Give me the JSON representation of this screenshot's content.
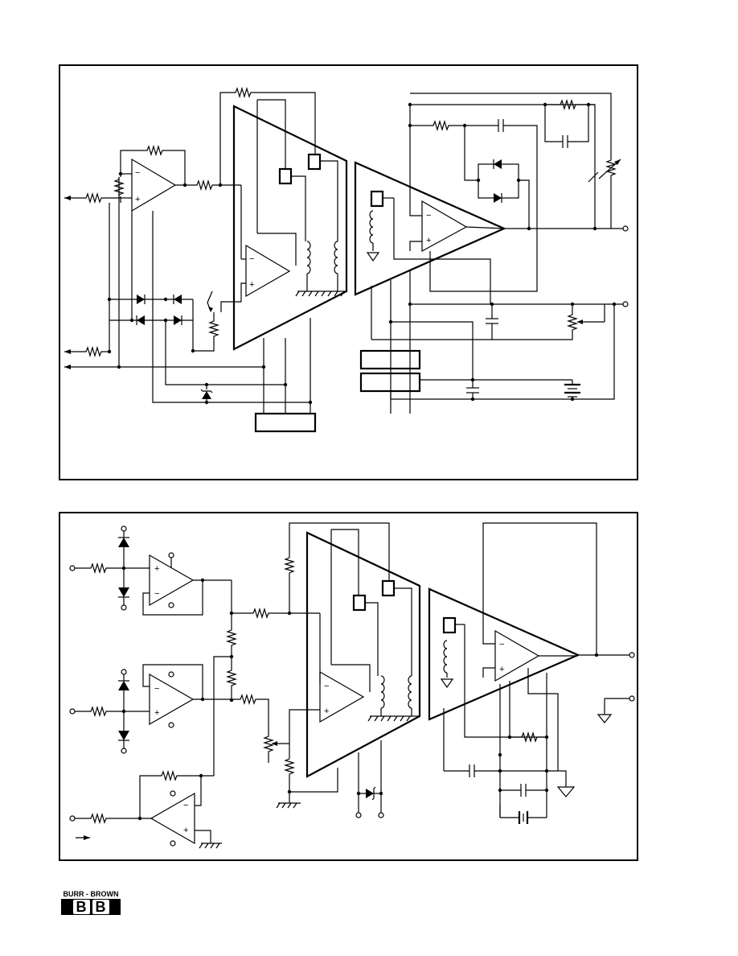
{
  "diagrams": [
    {
      "id": "figure-1",
      "title": ""
    },
    {
      "id": "figure-2",
      "title": ""
    }
  ],
  "opamp_pin_labels": {
    "inverting": "−",
    "noninverting": "+"
  },
  "logo": {
    "top_text": "BURR - BROWN",
    "mark": [
      "B",
      "B"
    ]
  },
  "colors": {
    "ink": "#000000",
    "paper": "#ffffff"
  }
}
